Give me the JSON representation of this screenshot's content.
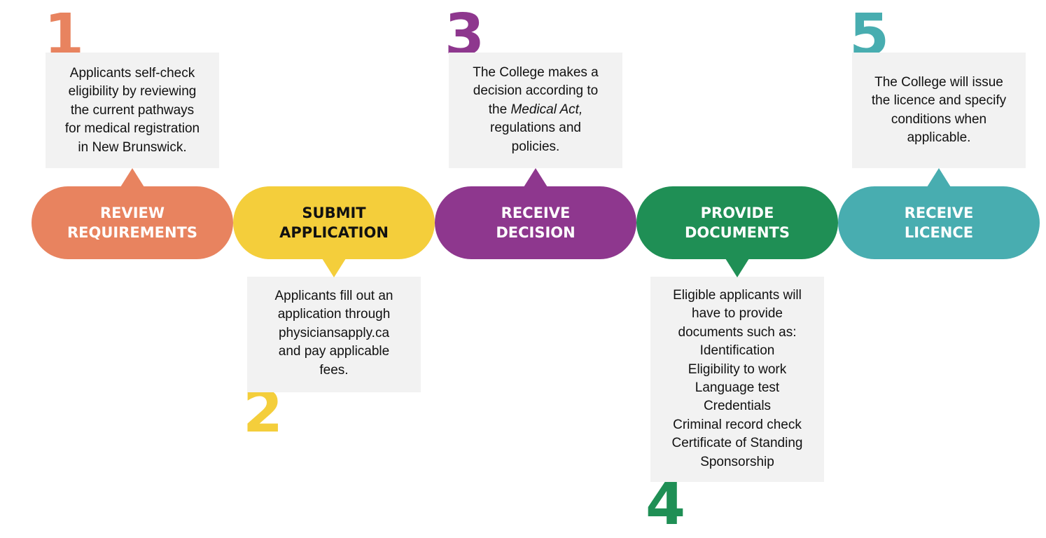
{
  "colors": {
    "step1": "#e8835f",
    "step2": "#f4ce3b",
    "step3": "#8e378e",
    "step4": "#1f8f55",
    "step5": "#48adb0",
    "box_bg": "#f2f2f2"
  },
  "steps": [
    {
      "number": "1",
      "label_lines": [
        "REVIEW",
        "REQUIREMENTS"
      ],
      "desc_lines": [
        "Applicants self-check",
        "eligibility by reviewing",
        "the current pathways",
        "for medical registration",
        "in New Brunswick."
      ]
    },
    {
      "number": "2",
      "label_lines": [
        "SUBMIT",
        "APPLICATION"
      ],
      "desc_lines": [
        "Applicants fill out an",
        "application through",
        "physiciansapply.ca",
        "and pay applicable",
        "fees."
      ]
    },
    {
      "number": "3",
      "label_lines": [
        "RECEIVE",
        "DECISION"
      ],
      "desc_lines": [
        "The College makes a",
        "decision according to"
      ],
      "desc_prefix": "the ",
      "desc_italic": "Medical Act,",
      "desc_lines_after": [
        "regulations and",
        "policies."
      ]
    },
    {
      "number": "4",
      "label_lines": [
        "PROVIDE",
        "DOCUMENTS"
      ],
      "desc_lines": [
        "Eligible applicants will",
        "have to provide",
        "documents such as:",
        "Identification",
        "Eligibility to work",
        "Language test",
        "Credentials",
        "Criminal record check",
        "Certificate of Standing",
        "Sponsorship"
      ]
    },
    {
      "number": "5",
      "label_lines": [
        "RECEIVE",
        "LICENCE"
      ],
      "desc_lines": [
        "The College will issue",
        "the licence and specify",
        "conditions when",
        "applicable."
      ]
    }
  ]
}
